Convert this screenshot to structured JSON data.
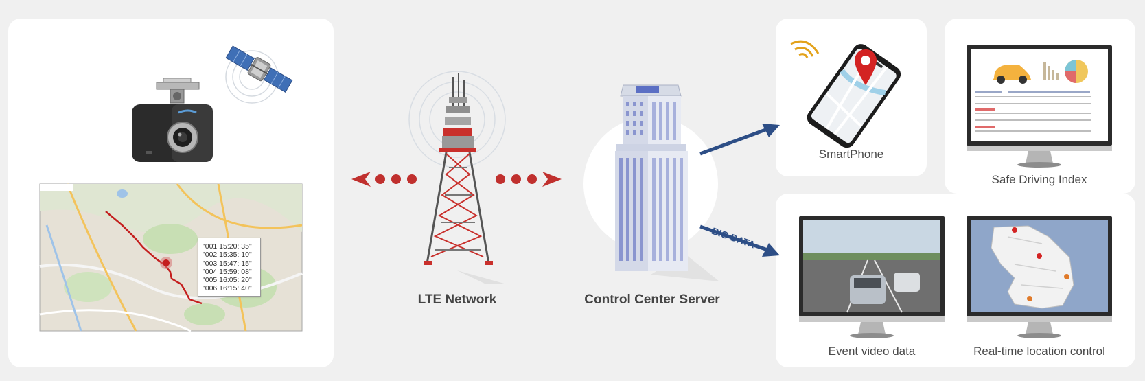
{
  "labels": {
    "lte": "LTE Network",
    "server": "Control Center Server",
    "smartphone": "SmartPhone",
    "safe_driving": "Safe Driving Index",
    "event_video": "Event video data",
    "realtime": "Real-time location control",
    "big_data": "BIG DATA"
  },
  "route_points": [
    "\"001 15:20: 35\"",
    "\"002 15:35: 10\"",
    "\"003 15:47: 15\"",
    "\"004 15:59: 08\"",
    "\"005 16:05: 20\"",
    "\"006 16:15: 40\""
  ],
  "colors": {
    "background": "#f0f0f0",
    "panel": "#ffffff",
    "arrow_red": "#c0302e",
    "arrow_blue": "#2d4e86",
    "tower_red": "#c9302c",
    "route_red": "#c41e1e"
  },
  "icons": [
    "dashcam-icon",
    "satellite-icon",
    "map-icon",
    "tower-icon",
    "building-icon",
    "smartphone-icon",
    "location-pin-icon",
    "monitor-icon"
  ]
}
